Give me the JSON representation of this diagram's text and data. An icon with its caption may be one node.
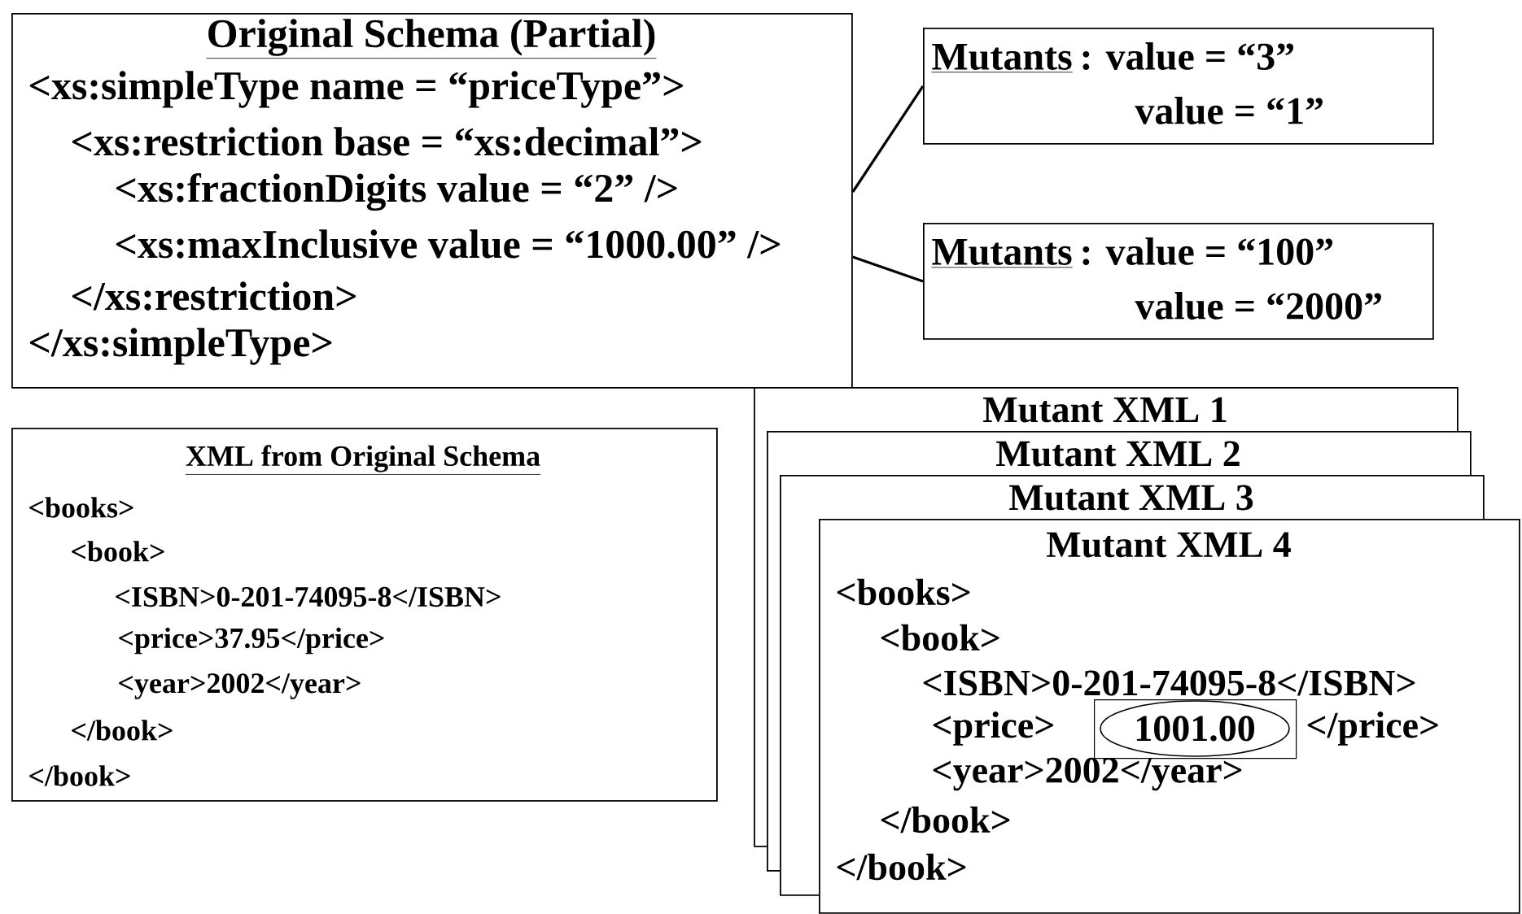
{
  "diagram": {
    "nodes": [
      {
        "text": [
          "Original Schema (Partial)",
          "<xs:simpleType name = “priceType”>",
          "<xs:restriction base = “xs:decimal”>",
          "<xs:fractionDigits value = “2” />",
          "<xs:maxInclusive value = “1000.00” />",
          "</xs:restriction>",
          "</xs:simpleType>"
        ]
      },
      {
        "text": [
          "Mutants",
          ": value = “3”",
          "value = “1”"
        ]
      },
      {
        "text": [
          "Mutants",
          ": value = “100”",
          "value = “2000”"
        ]
      },
      {
        "text": [
          "XML from Original Schema",
          "<books>",
          "<book>",
          "<ISBN>0-201-74095-8</ISBN>",
          "<price>37.95</price>",
          "<year>2002</year>",
          "</book>",
          "</book>"
        ]
      },
      {
        "text": [
          "Mutant XML 1"
        ]
      },
      {
        "text": [
          "Mutant XML 2"
        ]
      },
      {
        "text": [
          "Mutant XML 3"
        ]
      },
      {
        "text": [
          "Mutant XML 4",
          "<books>",
          "<book>",
          "<ISBN>0-201-74095-8</ISBN>",
          "<price>",
          "</price>",
          "<year>2002</year>",
          "</book>",
          "</book>"
        ]
      },
      {
        "text": [
          "1001.00"
        ]
      }
    ],
    "edges": [
      {
        "from": 1,
        "to": 0,
        "arrow": "none"
      },
      {
        "from": 2,
        "to": 0,
        "arrow": "none"
      }
    ]
  }
}
